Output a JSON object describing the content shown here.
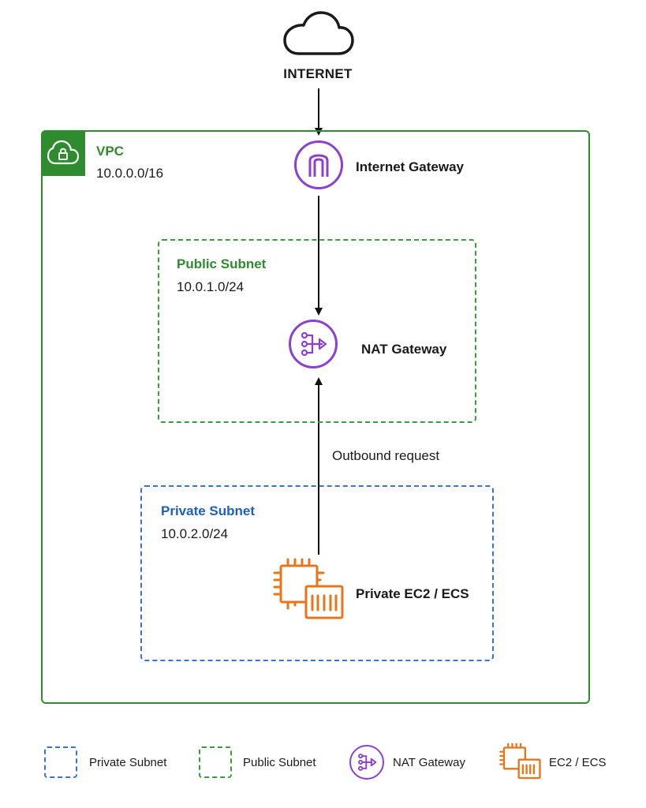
{
  "internet": {
    "label": "INTERNET"
  },
  "vpc": {
    "title": "VPC",
    "cidr": "10.0.0.0/16"
  },
  "internet_gateway": {
    "label": "Internet Gateway"
  },
  "public_subnet": {
    "title": "Public Subnet",
    "cidr": "10.0.1.0/24"
  },
  "nat_gateway": {
    "label": "NAT Gateway"
  },
  "edge": {
    "label": "Outbound request"
  },
  "private_subnet": {
    "title": "Private Subnet",
    "cidr": "10.0.2.0/24"
  },
  "compute": {
    "label": "Private EC2 / ECS"
  },
  "legend": {
    "private_subnet": "Private Subnet",
    "public_subnet": "Public Subnet",
    "nat_gateway": "NAT Gateway",
    "ec2_ecs": "EC2 / ECS"
  },
  "colors": {
    "vpc_green": "#2e8b2e",
    "public_green": "#3e9a3e",
    "private_blue": "#3b73c9",
    "gateway_purple": "#8c3fd1",
    "compute_orange": "#e8751a"
  },
  "icons": {
    "internet": "cloud-icon",
    "vpc": "cloud-lock-icon",
    "internet_gateway": "internet-gateway-icon",
    "nat_gateway": "nat-gateway-icon",
    "compute": "ec2-ecs-icon"
  }
}
